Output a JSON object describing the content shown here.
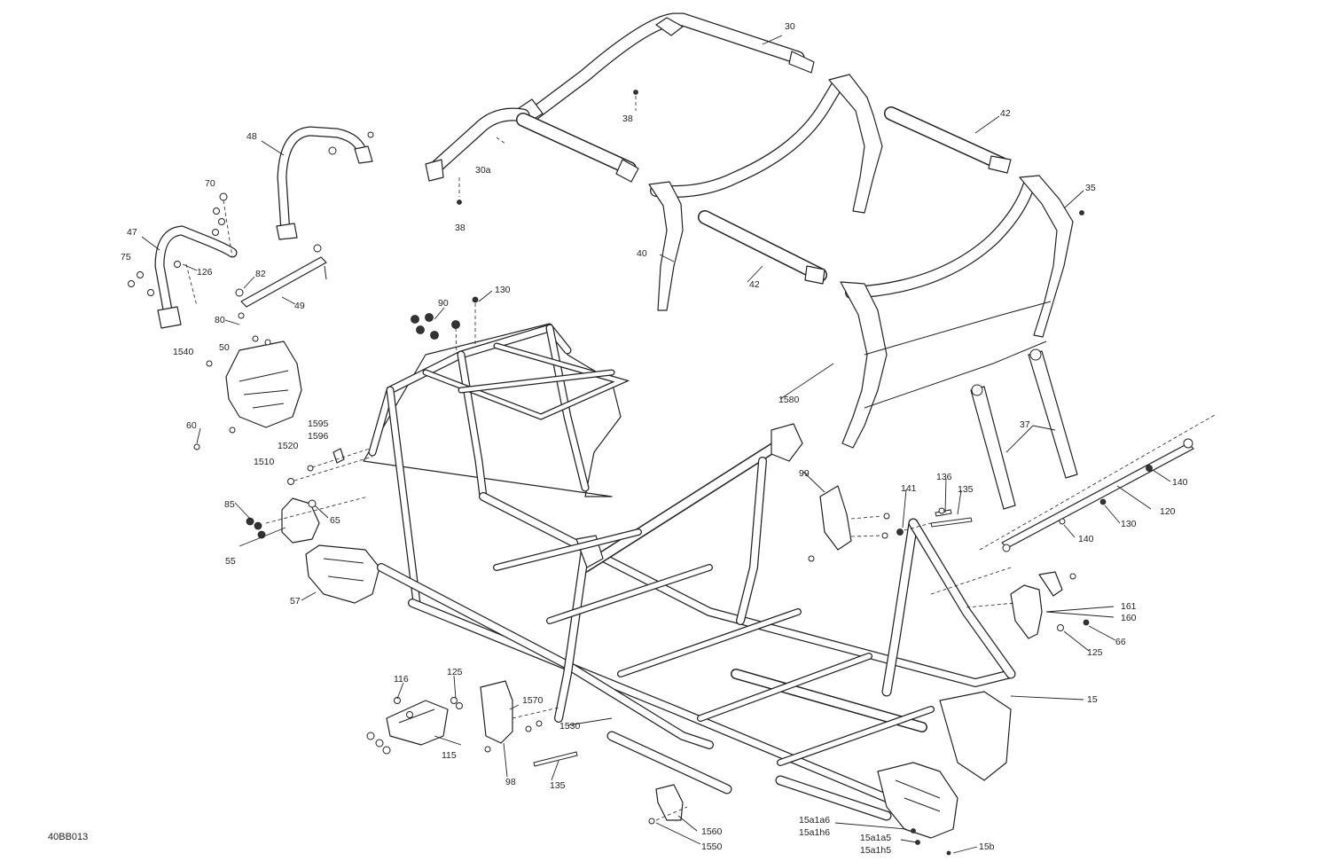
{
  "diagram_code": "40BB013",
  "callouts": {
    "c30": "30",
    "c38a": "38",
    "c30a": "30a",
    "c38b": "38",
    "c42a": "42",
    "c35": "35",
    "c40": "40",
    "c42b": "42",
    "c48": "48",
    "c70": "70",
    "c47": "47",
    "c75": "75",
    "c126": "126",
    "c82": "82",
    "c49": "49",
    "c80": "80",
    "c90": "90",
    "c130a": "130",
    "c1540": "1540",
    "c50": "50",
    "c1580": "1580",
    "c37": "37",
    "c60": "60",
    "c1595": "1595",
    "c1596": "1596",
    "c1520": "1520",
    "c1510": "1510",
    "c85": "85",
    "c65": "65",
    "c55": "55",
    "c57": "57",
    "c99": "99",
    "c141": "141",
    "c136": "136",
    "c135a": "135",
    "c140a": "140",
    "c130b": "130",
    "c120": "120",
    "c140b": "140",
    "c161": "161",
    "c160": "160",
    "c66": "66",
    "c125a": "125",
    "c15": "15",
    "c116": "116",
    "c125b": "125",
    "c1570": "1570",
    "c1530": "1530",
    "c115": "115",
    "c98": "98",
    "c135b": "135",
    "c1560": "1560",
    "c1550": "1550",
    "c15a1a6": "15a1a6",
    "c15a1h6": "15a1h6",
    "c15a1a5": "15a1a5",
    "c15a1h5": "15a1h5",
    "c15b": "15b"
  }
}
